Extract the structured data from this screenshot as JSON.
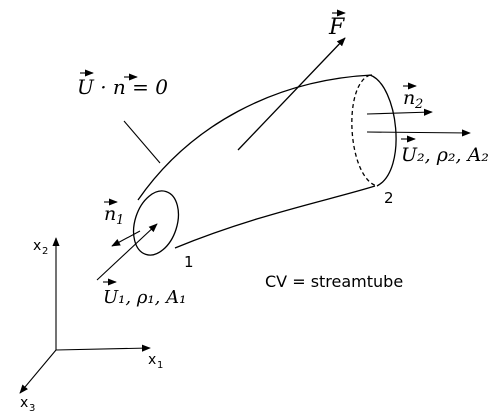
{
  "labels": {
    "force": "F",
    "no_flux": "U · n = 0",
    "n1": "n",
    "n1_sub": "1",
    "n2": "n",
    "n2_sub": "2",
    "inlet_state": "U₁, ρ₁, A₁",
    "outlet_state": "U₂, ρ₂, A₂",
    "station_1": "1",
    "station_2": "2",
    "cv_note": "CV = streamtube"
  },
  "axes": {
    "x1": "x",
    "x1_sub": "1",
    "x2": "x",
    "x2_sub": "2",
    "x3": "x",
    "x3_sub": "3"
  },
  "colors": {
    "ink": "#000000",
    "background": "#ffffff"
  }
}
